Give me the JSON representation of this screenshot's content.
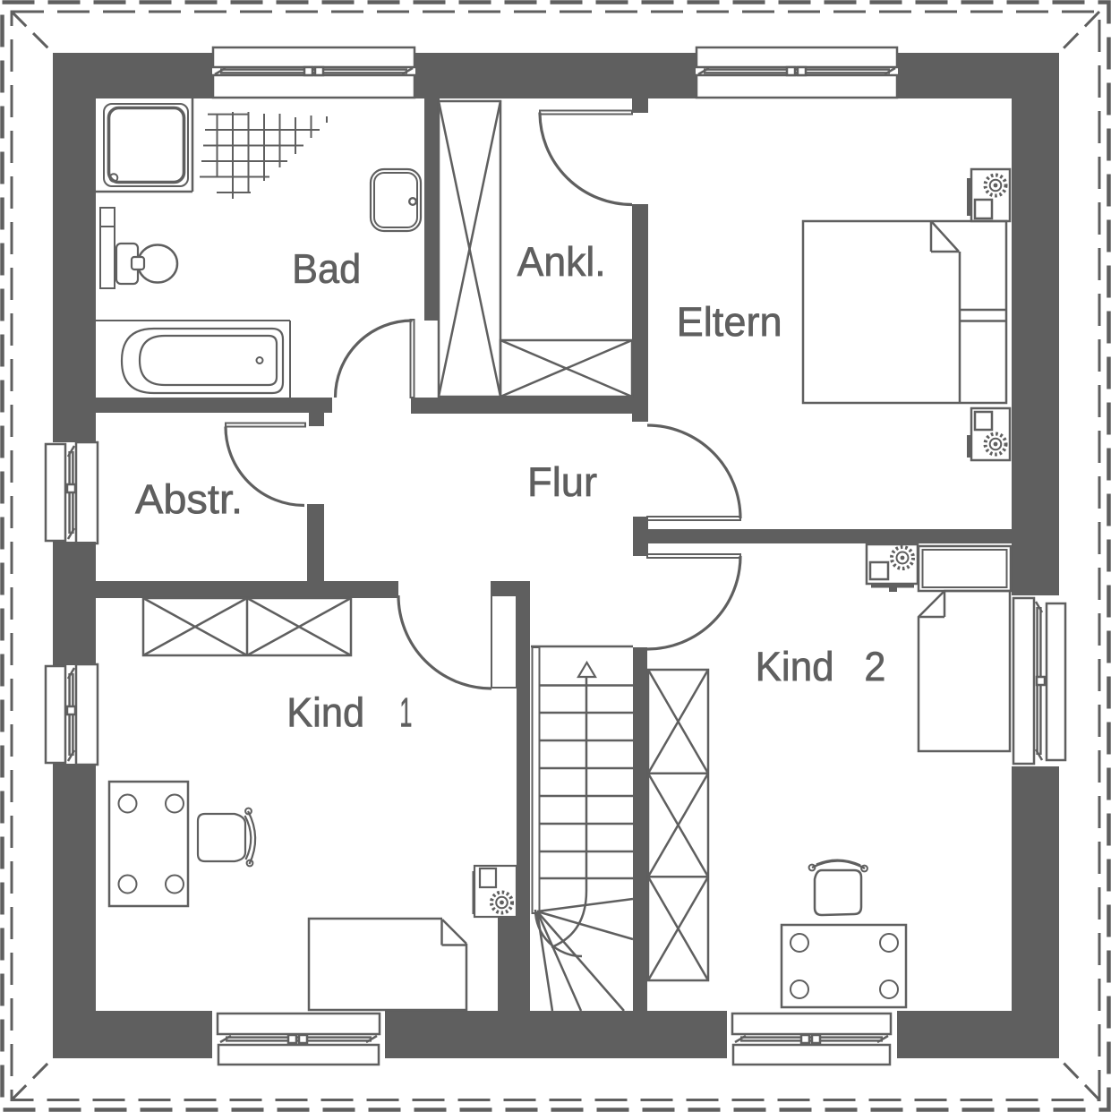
{
  "palette": {
    "ink": "#5f5f5f",
    "background": "#ffffff"
  },
  "plan": {
    "type": "architectural-floor-plan",
    "rooms": {
      "bad": {
        "label": "Bad"
      },
      "ankleide": {
        "label": "Ankl."
      },
      "eltern": {
        "label": "Eltern"
      },
      "abstellraum": {
        "label": "Abstr."
      },
      "flur": {
        "label": "Flur"
      },
      "kind1": {
        "label": "Kind",
        "number": "1"
      },
      "kind2": {
        "label": "Kind",
        "number": "2"
      }
    }
  }
}
